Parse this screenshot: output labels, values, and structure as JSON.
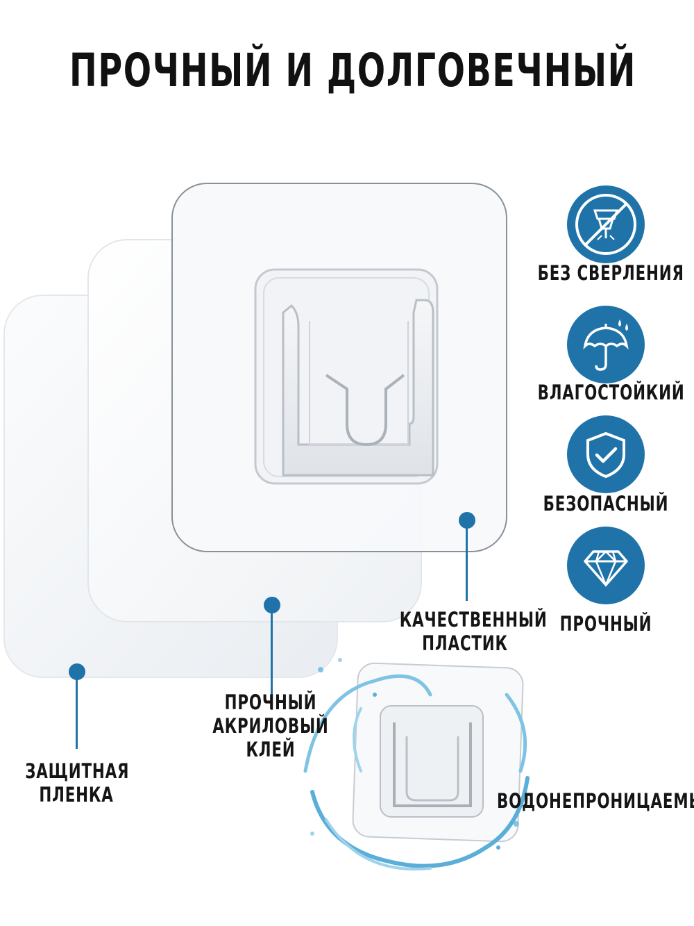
{
  "title": "ПРОЧНЫЙ И ДОЛГОВЕЧНЫЙ",
  "colors": {
    "accent": "#1f73a8",
    "text": "#151515",
    "background": "#ffffff"
  },
  "features": [
    {
      "icon": "no-drill-icon",
      "label": "БЕЗ СВЕРЛЕНИЯ"
    },
    {
      "icon": "umbrella-icon",
      "label": "ВЛАГОСТОЙКИЙ"
    },
    {
      "icon": "shield-check-icon",
      "label": "БЕЗОПАСНЫЙ"
    },
    {
      "icon": "diamond-icon",
      "label": "ПРОЧНЫЙ"
    }
  ],
  "callouts": {
    "plastic": [
      "КАЧЕСТВЕННЫЙ",
      "ПЛАСТИК"
    ],
    "adhesive": [
      "ПРОЧНЫЙ",
      "АКРИЛОВЫЙ",
      "КЛЕЙ"
    ],
    "film": [
      "ЗАЩИТНАЯ",
      "ПЛЕНКА"
    ],
    "waterproof": "ВОДОНЕПРОНИЦАЕМЫЙ"
  }
}
